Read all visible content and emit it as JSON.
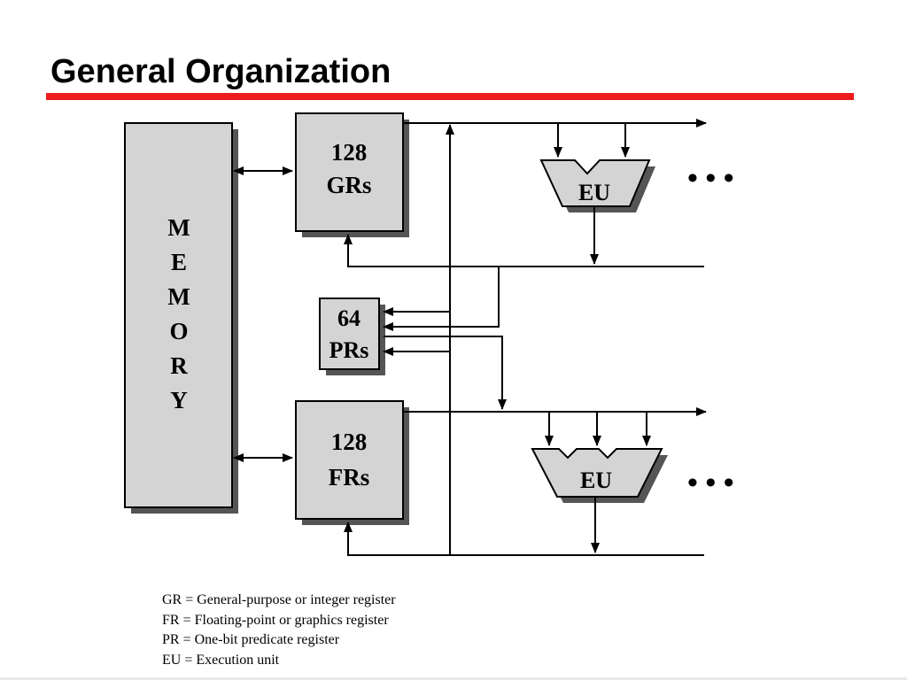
{
  "slide": {
    "title": "General Organization"
  },
  "diagram": {
    "memory_letters": [
      "M",
      "E",
      "M",
      "O",
      "R",
      "Y"
    ],
    "gr_box": {
      "line1": "128",
      "line2": "GRs"
    },
    "pr_box": {
      "line1": "64",
      "line2": "PRs"
    },
    "fr_box": {
      "line1": "128",
      "line2": "FRs"
    },
    "eu_top_label": "EU",
    "eu_bottom_label": "EU",
    "ellipsis": "• • •"
  },
  "legend": [
    "GR = General-purpose or integer register",
    "FR = Floating-point or graphics register",
    "PR = One-bit predicate register",
    "EU = Execution unit"
  ],
  "colors": {
    "accent_rule": "#ee1c1c",
    "box_fill": "#d4d4d4",
    "shadow": "#555555"
  }
}
